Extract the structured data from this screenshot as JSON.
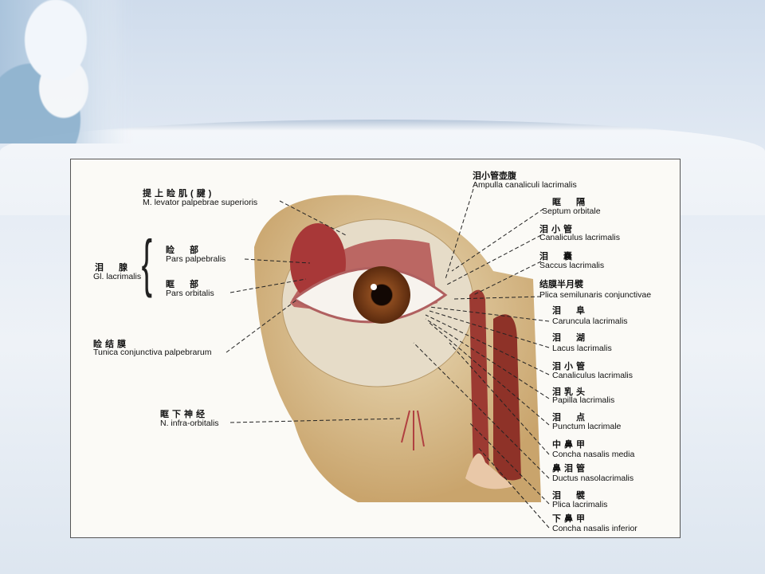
{
  "labels": {
    "levator": {
      "zh": "提上睑肌(腱)",
      "la": "M. levator palpebrae superioris"
    },
    "pars_palp": {
      "zh": "睑　部",
      "la": "Pars palpebralis"
    },
    "gland": {
      "zh": "泪　腺",
      "la": "Gl. lacrimalis"
    },
    "pars_orb": {
      "zh": "眶　部",
      "la": "Pars orbitalis"
    },
    "tunica": {
      "zh": "睑结膜",
      "la": "Tunica conjunctiva palpebrarum"
    },
    "infra": {
      "zh": "眶下神经",
      "la": "N. infra-orbitalis"
    },
    "ampulla": {
      "zh": "泪小管壶腹",
      "la": "Ampulla canaliculi lacrimalis"
    },
    "septum": {
      "zh": "眶　隔",
      "la": "Septum orbitale"
    },
    "canal1": {
      "zh": "泪小管",
      "la": "Canaliculus lacrimalis"
    },
    "saccus": {
      "zh": "泪　囊",
      "la": "Saccus lacrimalis"
    },
    "plica_semi": {
      "zh": "结膜半月襞",
      "la": "Plica semilunaris conjunctivae"
    },
    "caruncula": {
      "zh": "泪　阜",
      "la": "Caruncula lacrimalis"
    },
    "lacus": {
      "zh": "泪　湖",
      "la": "Lacus lacrimalis"
    },
    "canal2": {
      "zh": "泪小管",
      "la": "Canaliculus lacrimalis"
    },
    "papilla": {
      "zh": "泪乳头",
      "la": "Papilla lacrimalis"
    },
    "punctum": {
      "zh": "泪　点",
      "la": "Punctum lacrimale"
    },
    "concha_media": {
      "zh": "中鼻甲",
      "la": "Concha nasalis media"
    },
    "ductus": {
      "zh": "鼻泪管",
      "la": "Ductus nasolacrimalis"
    },
    "plica_lac": {
      "zh": "泪　襞",
      "la": "Plica lacrimalis"
    },
    "concha_inf": {
      "zh": "下鼻甲",
      "la": "Concha nasalis inferior"
    }
  },
  "colors": {
    "skin": "#dcc092",
    "iris": "#8a4a1e",
    "flesh": "#b04a4a"
  }
}
